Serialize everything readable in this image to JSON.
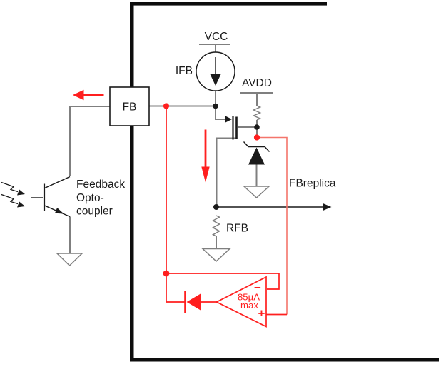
{
  "labels": {
    "vcc": "VCC",
    "ifb": "IFB",
    "avdd": "AVDD",
    "fb_pin": "FB",
    "fbreplica": "FBreplica",
    "rfb": "RFB",
    "opto_line1": "Feedback",
    "opto_line2": "Opto-",
    "opto_line3": "coupler",
    "opamp_current": "85µA",
    "opamp_current_qualifier": "max",
    "opamp_inverting": "−",
    "opamp_noninverting": "+"
  },
  "colors": {
    "background": "#ffffff",
    "border": "#0d0d0d",
    "symbol": "#1a1a1a",
    "wire": "#7f7f7f",
    "red": "#ff1f1f",
    "salmon": "#f4756b"
  }
}
